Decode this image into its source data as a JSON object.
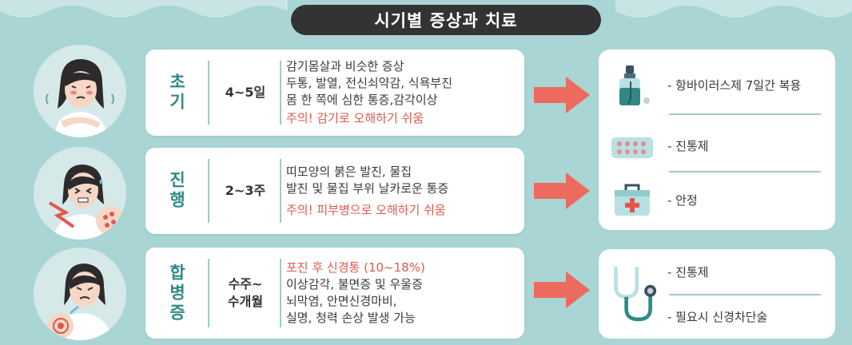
{
  "title": "시기별 증상과 치료",
  "stages": [
    {
      "name": "초기",
      "period": "4~5일",
      "symptoms": [
        "감기몸살과 비슷한 증상",
        "두통, 발열, 전신쇠약감, 식욕부진",
        "몸 한 쪽에 심한 통증,감각이상"
      ],
      "warning": "주의! 감기로 오해하기 쉬움"
    },
    {
      "name": "진행",
      "period": "2~3주",
      "symptoms": [
        "띠모양의 붉은 발진, 물집",
        "발진 및 물집 부위 날카로운 통증"
      ],
      "warning": "주의! 피부병으로 오해하기 쉬움"
    },
    {
      "name": "합병증",
      "period_line1": "수주~",
      "period_line2": "수개월",
      "highlight": "포진 후 신경통 (10~18%)",
      "symptoms": [
        "이상감각, 불면증 및 우울증",
        "뇌막염, 안면신경마비,",
        "실명, 청력 손상 발생 가능"
      ]
    }
  ],
  "treatments_top": [
    {
      "label": "- 항바이러스제 7일간 복용",
      "icon": "medicine-bottle-icon"
    },
    {
      "label": "- 진통제",
      "icon": "pill-pack-icon"
    },
    {
      "label": "- 안정",
      "icon": "first-aid-kit-icon"
    }
  ],
  "treatments_bottom": [
    {
      "label": "- 진통제",
      "icon": "stethoscope-icon"
    },
    {
      "label": "- 필요시 신경차단술",
      "icon": "stethoscope-icon"
    }
  ],
  "colors": {
    "background": "#a9d5d5",
    "accent_teal": "#2f8a86",
    "warning_red": "#e0584c",
    "arrow": "#ec6b5e",
    "title_bg": "#333336"
  }
}
